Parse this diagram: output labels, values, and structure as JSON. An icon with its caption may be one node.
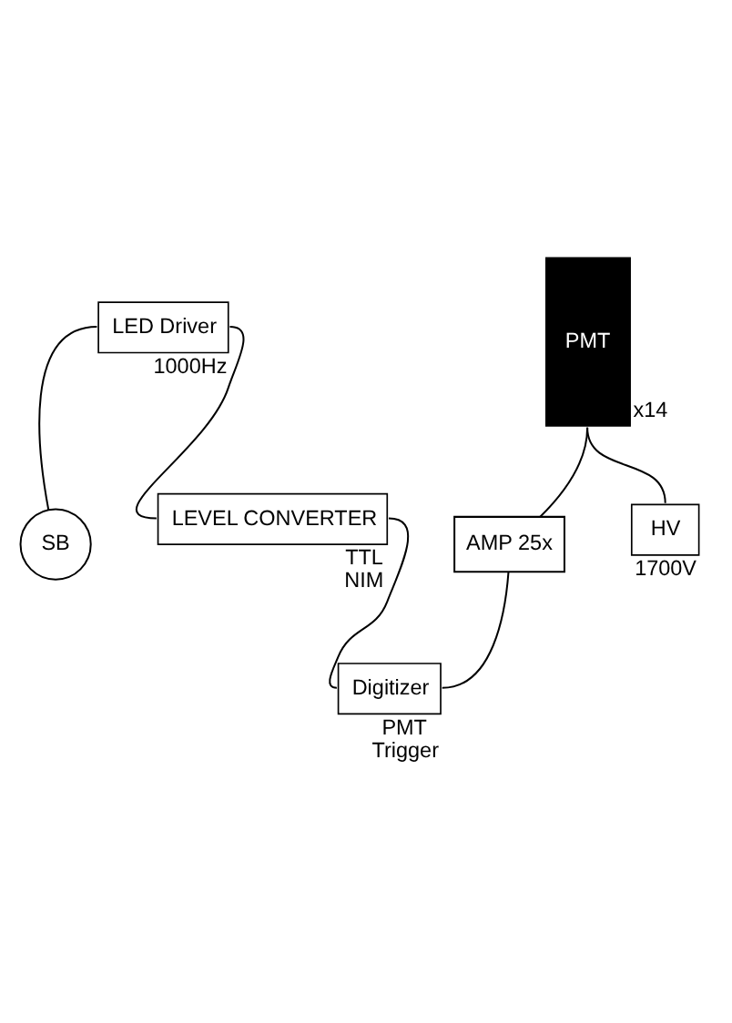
{
  "diagram": {
    "nodes": [
      {
        "text": [
          "LED Driver"
        ],
        "beside": [
          "1000Hz"
        ]
      },
      {
        "text": [
          "SB"
        ]
      },
      {
        "text": [
          "LEVEL CONVERTER"
        ],
        "beside": [
          "TTL",
          "NIM"
        ]
      },
      {
        "text": [
          "PMT"
        ],
        "beside": [
          "x14"
        ]
      },
      {
        "text": [
          "AMP 25x"
        ]
      },
      {
        "text": [
          "HV"
        ],
        "beside": [
          "1700V"
        ]
      },
      {
        "text": [
          "Digitizer"
        ],
        "beside": [
          "PMT",
          "Trigger"
        ]
      }
    ],
    "edges": [
      {
        "from": 0,
        "to": 1,
        "arrow": "none"
      },
      {
        "from": 0,
        "to": 2,
        "arrow": "none"
      },
      {
        "from": 2,
        "to": 6,
        "arrow": "none"
      },
      {
        "from": 3,
        "to": 4,
        "arrow": "none"
      },
      {
        "from": 3,
        "to": 5,
        "arrow": "none"
      },
      {
        "from": 4,
        "to": 6,
        "arrow": "none"
      }
    ]
  }
}
